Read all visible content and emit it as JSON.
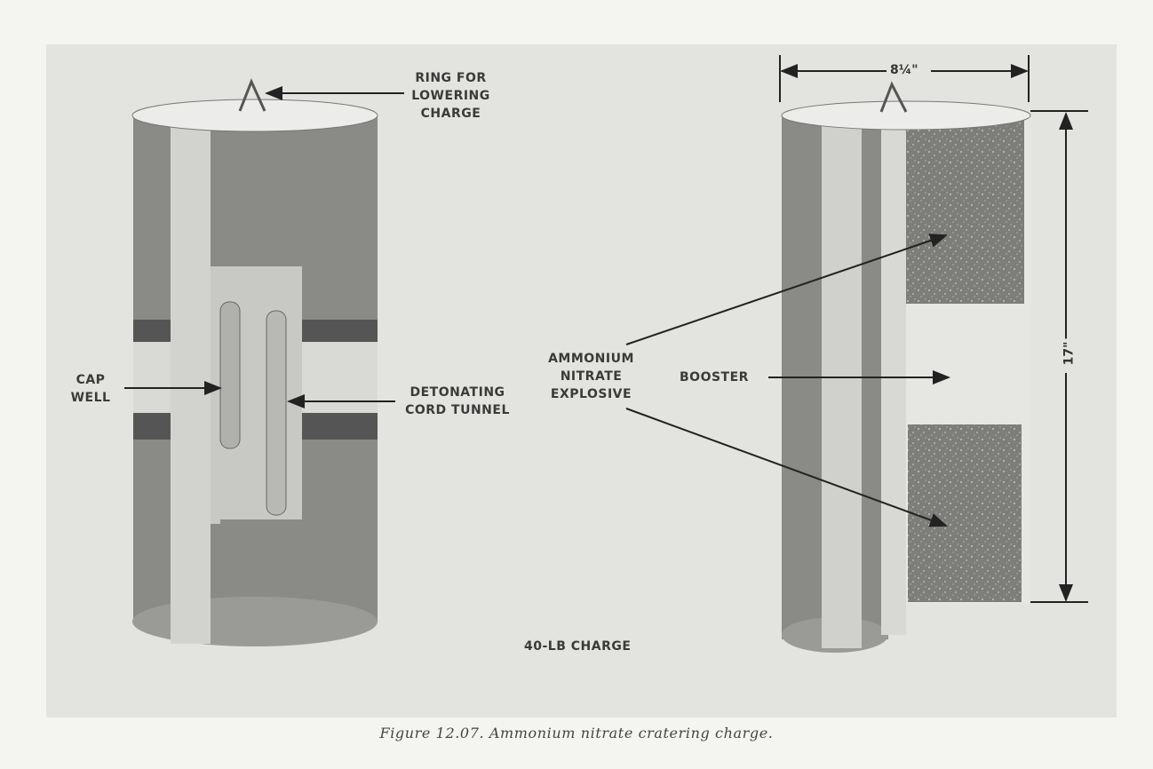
{
  "labels": {
    "ring": [
      "RING FOR",
      "LOWERING",
      "CHARGE"
    ],
    "cap_well": [
      "CAP",
      "WELL"
    ],
    "det_cord": [
      "DETONATING",
      "CORD TUNNEL"
    ],
    "ammonium": [
      "AMMONIUM",
      "NITRATE",
      "EXPLOSIVE"
    ],
    "booster": "BOOSTER",
    "charge": "40-LB CHARGE",
    "width_dim": "8¼\"",
    "height_dim": "17\""
  },
  "caption": "Figure 12.07.   Ammonium nitrate cratering charge."
}
